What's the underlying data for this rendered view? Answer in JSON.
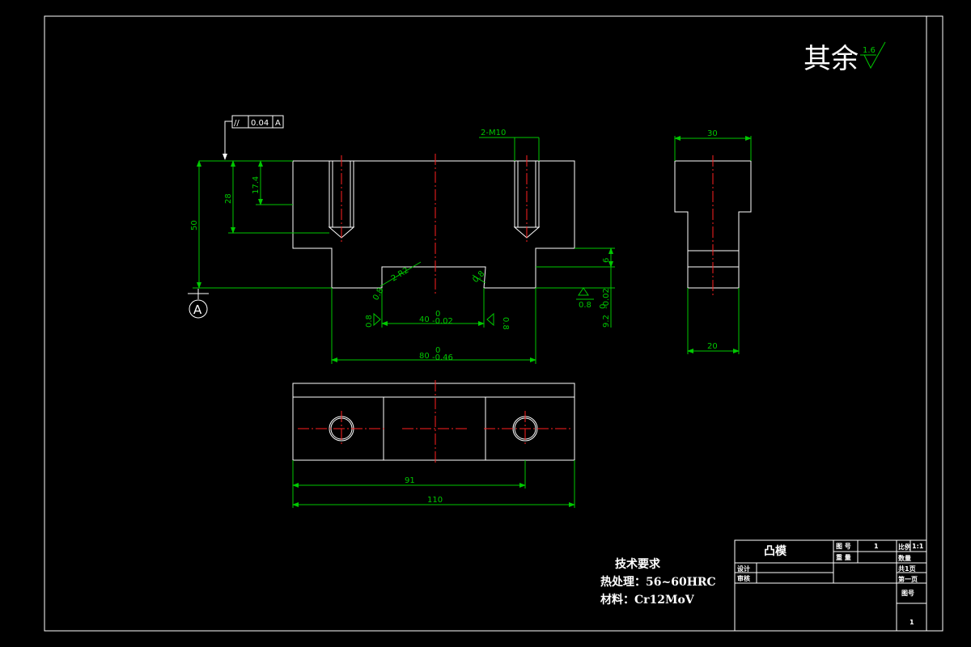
{
  "surface_finish": {
    "prefix": "其余",
    "roughness": "1.6"
  },
  "tolerance_frame": {
    "symbol": "//",
    "value": "0.04",
    "datum": "A"
  },
  "datum_label": "A",
  "dims": {
    "thread": "2-M10",
    "top_width": "30",
    "bottom_width": "20",
    "h50": "50",
    "h28": "28",
    "h17_4": "17.4",
    "h6": "6",
    "h9_2": "9.2",
    "h9_2_tol": "-0.02",
    "h9_2_upper": "0",
    "w40": "40",
    "w40_tol": "-0.02",
    "w40_upper": "0",
    "w80": "80",
    "w80_tol": "-0.46",
    "w80_upper": "0",
    "w91": "91",
    "w110": "110",
    "r_left": "2-R2",
    "roughness_08_a": "0.8",
    "roughness_08_b": "0.8",
    "roughness_08_c": "0.8",
    "roughness_08_d": "0.8",
    "roughness_08_e": "0.8"
  },
  "tech_requirements": {
    "title": "技术要求",
    "line1": "热处理：56~60HRC",
    "line2": "材料：Cr12MoV"
  },
  "title_block": {
    "part_name": "凸模",
    "drawing_no_label": "图 号",
    "drawing_no_value": "1",
    "scale_label": "比例",
    "scale_value": "1:1",
    "weight_label": "重 量",
    "qty_label": "数量",
    "design_label": "设计",
    "check_label": "审核",
    "total_sheets": "共1页",
    "sheet_no": "第一页",
    "fig_label": "图号",
    "fig_value": "1"
  }
}
